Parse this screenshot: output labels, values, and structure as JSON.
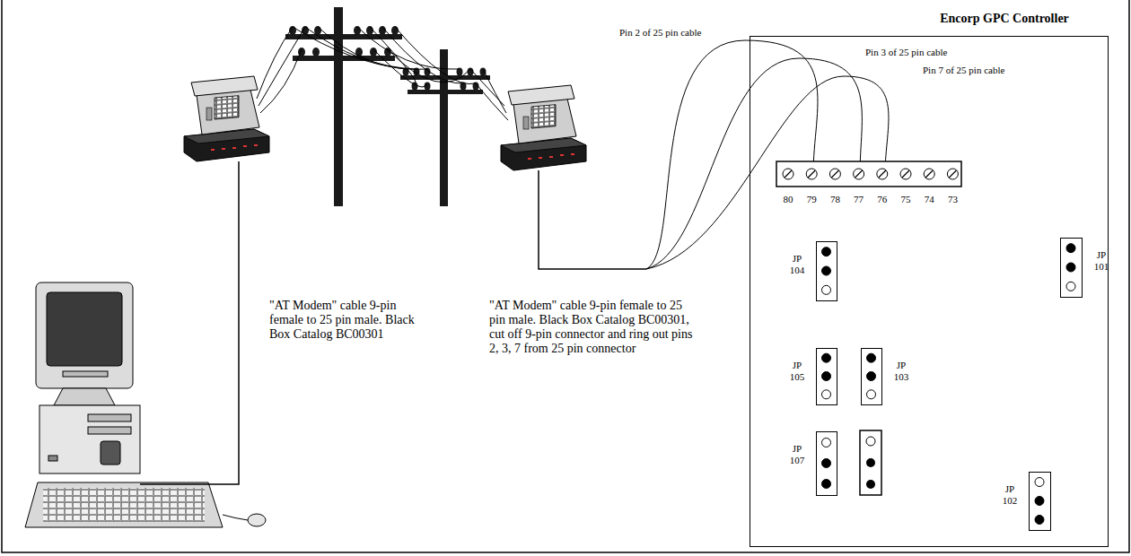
{
  "diagram": {
    "nodes": [
      {
        "text": [
          "Encorp GPC Controller"
        ]
      },
      {
        "text": [
          "JP 104"
        ],
        "in": 0
      },
      {
        "text": [
          "JP 101"
        ],
        "in": 0
      },
      {
        "text": [
          "JP 105"
        ],
        "in": 0
      },
      {
        "text": [
          "JP 103"
        ],
        "in": 0
      },
      {
        "text": [
          "JP 107"
        ],
        "in": 0
      },
      {
        "text": [
          "JP 102"
        ],
        "in": 0
      }
    ],
    "labels": [
      "Pin 2 of 25 pin cable",
      "Pin 3 of 25 pin cable",
      "Pin 7 of 25 pin cable",
      "80",
      "79",
      "78",
      "77",
      "76",
      "75",
      "74",
      "73",
      "\"AT Modem\" cable 9-pin female to 25 pin male.  Black Box Catalog BC00301",
      "\"AT Modem\" cable 9-pin female to 25 pin male. Black Box Catalog BC00301, cut off 9-pin connector and ring out pins 2, 3, 7 from 25 pin connector"
    ]
  }
}
